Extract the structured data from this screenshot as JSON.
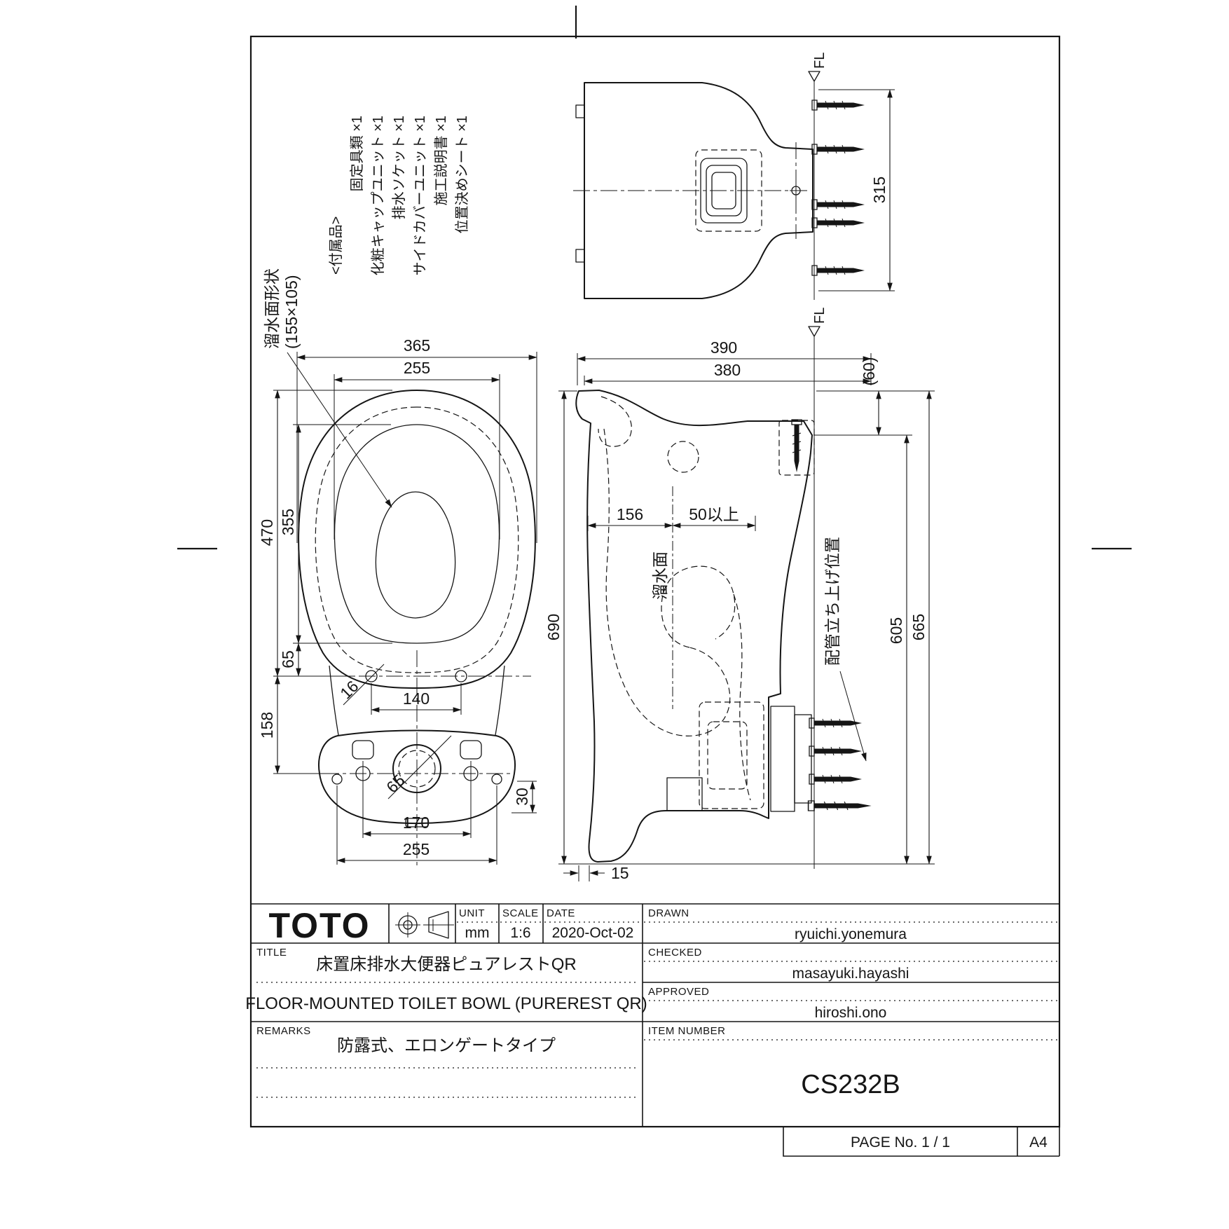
{
  "sheet": {
    "page_label": "PAGE No. 1 / 1",
    "paper_size": "A4"
  },
  "title_block": {
    "logo": "TOTO",
    "unit_label": "UNIT",
    "unit_value": "mm",
    "scale_label": "SCALE",
    "scale_value": "1:6",
    "date_label": "DATE",
    "date_value": "2020-Oct-02",
    "drawn_label": "DRAWN",
    "drawn_value": "ryuichi.yonemura",
    "checked_label": "CHECKED",
    "checked_value": "masayuki.hayashi",
    "approved_label": "APPROVED",
    "approved_value": "hiroshi.ono",
    "title_label": "TITLE",
    "title_ja": "床置床排水大便器ピュアレストQR",
    "title_en": "FLOOR-MOUNTED TOILET BOWL (PUREREST QR)",
    "remarks_label": "REMARKS",
    "remarks_value": "防露式、エロンゲートタイプ",
    "item_label": "ITEM NUMBER",
    "item_value": "CS232B"
  },
  "accessories": {
    "header": "<付属品>",
    "items": [
      "固定具類 ×1",
      "化粧キャップユニット ×1",
      "排水ソケット ×1",
      "サイドカバーユニット ×1",
      "施工説明書 ×1",
      "位置決めシート ×1"
    ]
  },
  "annotations": {
    "water_shape_1": "溜水面形状",
    "water_shape_2": "(155×105)",
    "water_surface": "溜水面",
    "pipe_riser": "配管立ち上げ位置",
    "fl": "FL"
  },
  "dims": {
    "plan": {
      "w365": "365",
      "w255": "255",
      "h470": "470",
      "h355": "355",
      "h65": "65",
      "h158": "158",
      "d16": "16",
      "w140": "140",
      "d65": "65",
      "w170": "170",
      "w255b": "255",
      "h30": "30"
    },
    "side": {
      "w390": "390",
      "w380": "380",
      "d60": "(60)",
      "d156": "156",
      "d50min": "50以上",
      "l690": "690",
      "l605": "605",
      "l665": "665",
      "d15": "15"
    },
    "rear": {
      "h315": "315"
    }
  }
}
